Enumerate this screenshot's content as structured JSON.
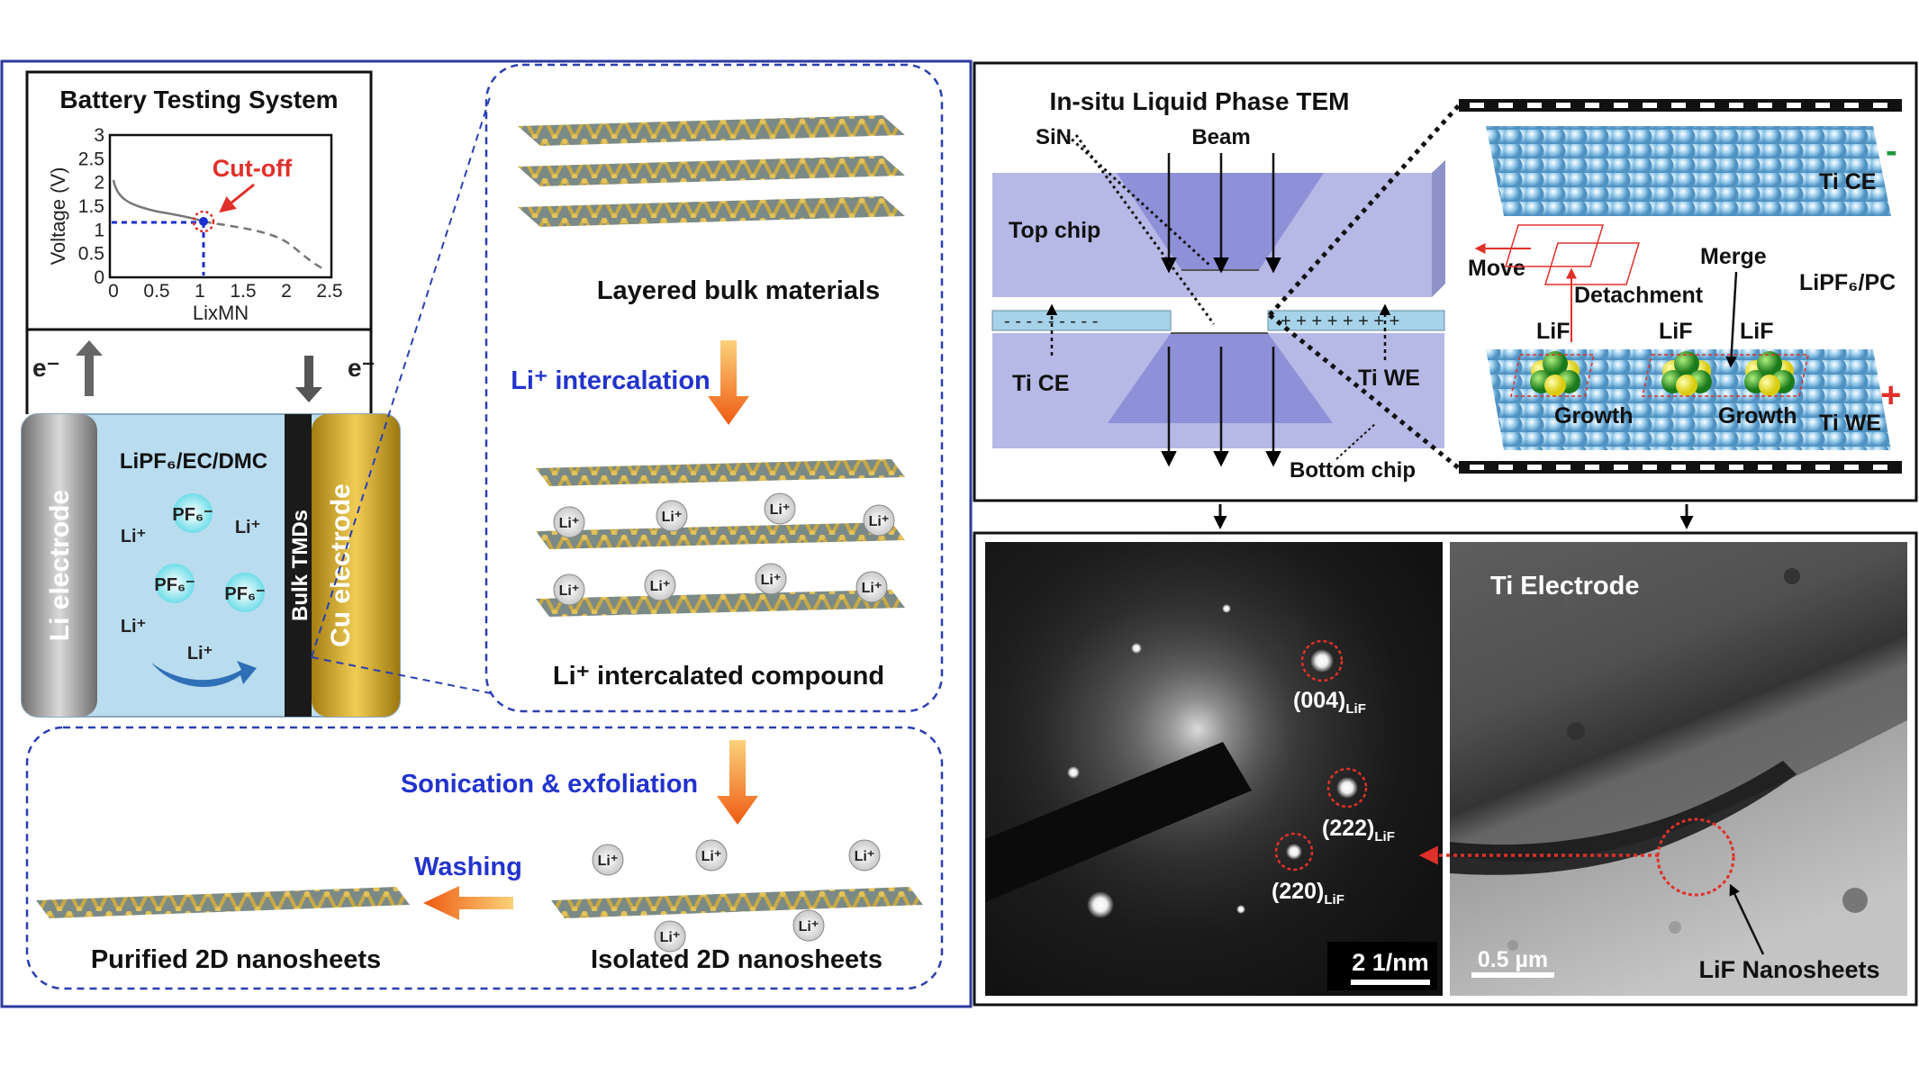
{
  "left": {
    "bts": {
      "title": "Battery Testing System",
      "ylabel": "Voltage (V)",
      "xlabel": "LixMN",
      "yticks": [
        "0",
        "0.5",
        "1",
        "1.5",
        "2",
        "2.5",
        "3"
      ],
      "xticks": [
        "0",
        "0.5",
        "1",
        "1.5",
        "2",
        "2.5"
      ],
      "cutoff": "Cut-off"
    },
    "eminus_left": "e⁻",
    "eminus_right": "e⁻",
    "cell": {
      "electrolyte": "LiPF₆/EC/DMC",
      "li_electrode": "Li electrode",
      "bulk": "Bulk TMDs",
      "cu_electrode": "Cu electrode",
      "li_ion": "Li⁺",
      "pf6": "PF₆⁻"
    },
    "process": {
      "layered": "Layered bulk materials",
      "intercalation": "Li⁺ intercalation",
      "intercalated": "Li⁺ intercalated compound",
      "sonication": "Sonication & exfoliation",
      "washing": "Washing",
      "isolated": "Isolated 2D nanosheets",
      "purified": "Purified 2D nanosheets"
    }
  },
  "right": {
    "tem": {
      "title": "In-situ Liquid Phase TEM",
      "sin": "SiN",
      "beam": "Beam",
      "top_chip": "Top chip",
      "bottom_chip": "Bottom chip",
      "ti_ce": "Ti CE",
      "ti_we": "Ti WE"
    },
    "mech": {
      "ti_ce": "Ti CE",
      "ti_we": "Ti WE",
      "minus": "-",
      "plus": "+",
      "move": "Move",
      "detachment": "Detachment",
      "merge": "Merge",
      "electrolyte": "LiPF₆/PC",
      "lif1": "LiF",
      "lif2": "LiF",
      "lif3": "LiF",
      "growth1": "Growth",
      "growth2": "Growth"
    },
    "saed": {
      "s004": "(004)",
      "s222": "(222)",
      "s220": "(220)",
      "sub": "LiF",
      "scale": "2 1/nm"
    },
    "tem_img": {
      "title": "Ti Electrode",
      "scale": "0.5 µm",
      "label": "LiF Nanosheets"
    }
  },
  "colors": {
    "blue_border": "#2e3a9e",
    "dash_blue": "#2a3fb0",
    "red": "#e0302a",
    "orange": "#f07a1a",
    "electrolyte": "#b9dcef",
    "chip": "#b6b8e6",
    "sphere": "#8fc4e6"
  }
}
